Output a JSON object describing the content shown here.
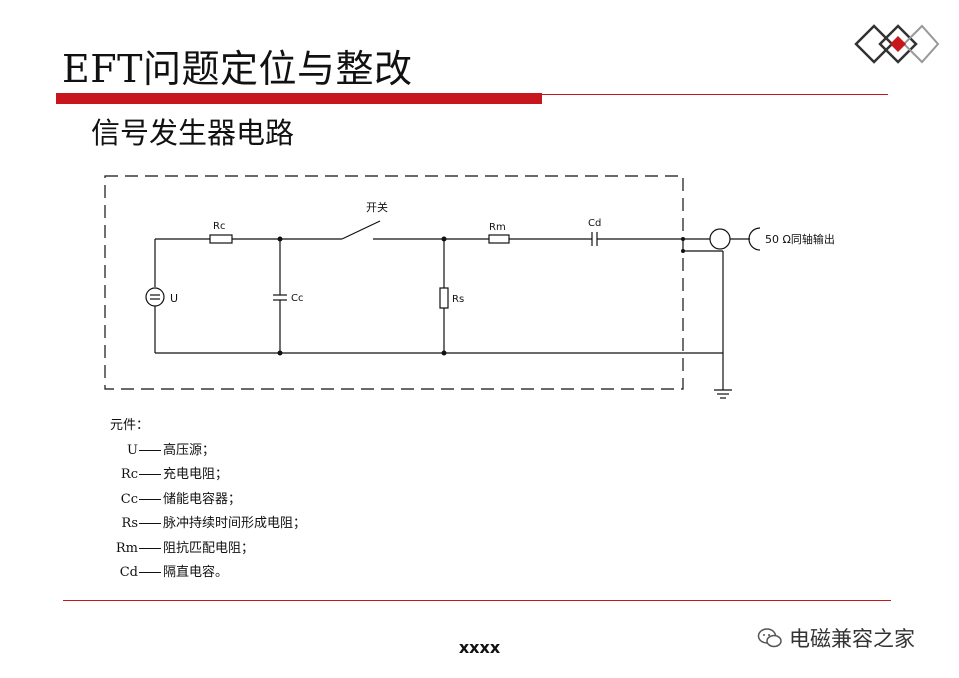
{
  "slide": {
    "title": "EFT问题定位与整改",
    "subtitle": "信号发生器电路",
    "footer": "xxxx",
    "watermark": "电磁兼容之家",
    "accent_color": "#c8161d"
  },
  "circuit": {
    "switch_label": "开关",
    "source_label": "U",
    "rc_label": "Rc",
    "cc_label": "Cc",
    "rs_label": "Rs",
    "rm_label": "Rm",
    "cd_label": "Cd",
    "output_label": "50 Ω同轴输出"
  },
  "legend": {
    "heading": "元件：",
    "items": [
      {
        "symbol": "U",
        "desc": "高压源；"
      },
      {
        "symbol": "Rc",
        "desc": "充电电阻；"
      },
      {
        "symbol": "Cc",
        "desc": "储能电容器；"
      },
      {
        "symbol": "Rs",
        "desc": "脉冲持续时间形成电阻；"
      },
      {
        "symbol": "Rm",
        "desc": "阻抗匹配电阻；"
      },
      {
        "symbol": "Cd",
        "desc": "隔直电容。"
      }
    ]
  }
}
